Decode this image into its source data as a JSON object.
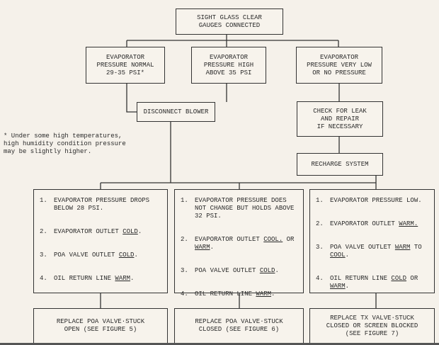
{
  "start": {
    "line1": "SIGHT GLASS CLEAR",
    "line2": "GAUGES CONNECTED"
  },
  "branches": [
    {
      "line1": "EVAPORATOR",
      "line2": "PRESSURE NORMAL",
      "line3": "29-35 PSI*"
    },
    {
      "line1": "EVAPORATOR",
      "line2": "PRESSURE HIGH",
      "line3": "ABOVE 35 PSI"
    },
    {
      "line1": "EVAPORATOR",
      "line2": "PRESSURE VERY LOW",
      "line3": "OR NO PRESSURE"
    }
  ],
  "disconnect": "DISCONNECT BLOWER",
  "check_leak": {
    "line1": "CHECK FOR LEAK",
    "line2": "AND REPAIR",
    "line3": "IF NECESSARY"
  },
  "recharge": "RECHARGE SYSTEM",
  "footnote": "* Under some high temperatures, high humidity condition pressure may be slightly higher.",
  "conditions": [
    {
      "items": [
        {
          "num": "1.",
          "pre": "EVAPORATOR PRESSURE DROPS BELOW 28 PSI.",
          "u": "",
          "post": ""
        },
        {
          "num": "2.",
          "pre": "EVAPORATOR OUTLET ",
          "u": "COLD",
          "post": "."
        },
        {
          "num": "3.",
          "pre": "POA VALVE OUTLET ",
          "u": "COLD",
          "post": "."
        },
        {
          "num": "4.",
          "pre": "OIL RETURN LINE ",
          "u": "WARM",
          "post": "."
        }
      ]
    },
    {
      "items": [
        {
          "num": "1.",
          "pre": "EVAPORATOR PRESSURE DOES NOT CHANGE BUT HOLDS ABOVE 32 PSI.",
          "u": "",
          "post": ""
        },
        {
          "num": "2.",
          "pre": "EVAPORATOR OUTLET ",
          "u": "COOL.",
          "post": " OR ",
          "u2": "WARM",
          "post2": "."
        },
        {
          "num": "3.",
          "pre": "POA VALVE OUTLET ",
          "u": "COLD",
          "post": "."
        },
        {
          "num": "4.",
          "pre": "OIL RETURN LINE ",
          "u": "WARM",
          "post": "."
        }
      ]
    },
    {
      "items": [
        {
          "num": "1.",
          "pre": "EVAPORATOR PRESSURE LOW.",
          "u": "",
          "post": ""
        },
        {
          "num": "2.",
          "pre": "EVAPORATOR OUTLET ",
          "u": "WARM.",
          "post": ""
        },
        {
          "num": "3.",
          "pre": "POA VALVE OUTLET ",
          "u": "WARM",
          "post": " TO ",
          "u2": "COOL",
          "post2": "."
        },
        {
          "num": "4.",
          "pre": "OIL RETURN LINE ",
          "u": "COLD",
          "post": " OR ",
          "u2": "WARM",
          "post2": "."
        }
      ]
    }
  ],
  "results": [
    {
      "line1": "REPLACE POA VALVE·STUCK",
      "line2": "OPEN (SEE FIGURE 5)",
      "line3": ""
    },
    {
      "line1": "REPLACE POA VALVE·STUCK",
      "line2": "CLOSED (SEE FIGURE 6)",
      "line3": ""
    },
    {
      "line1": "REPLACE TX VALVE·STUCK",
      "line2": "CLOSED OR SCREEN BLOCKED",
      "line3": "(SEE FIGURE 7)"
    }
  ]
}
